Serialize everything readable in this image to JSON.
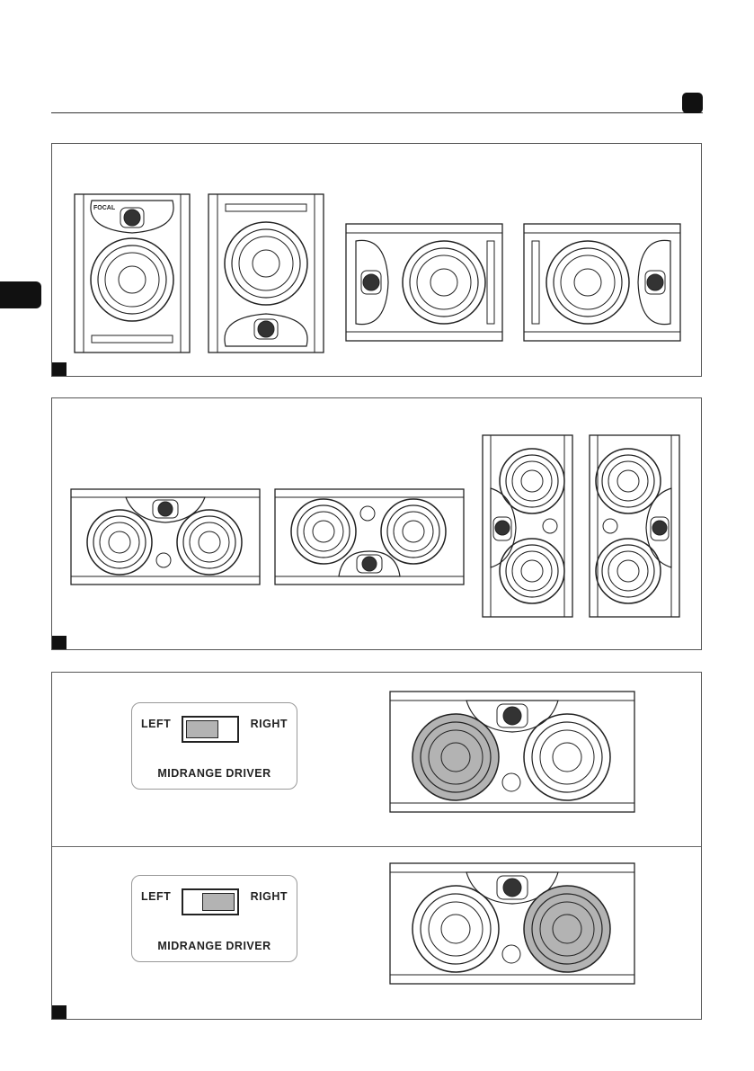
{
  "brand_label": "FOCAL",
  "switch_labels": {
    "left": "LEFT",
    "right": "RIGHT",
    "caption": "MIDRANGE DRIVER"
  },
  "switch_states": [
    {
      "selected": "left"
    },
    {
      "selected": "right"
    }
  ],
  "colors": {
    "line": "#222222",
    "highlight": "#b3b3b3",
    "marker": "#111111"
  }
}
